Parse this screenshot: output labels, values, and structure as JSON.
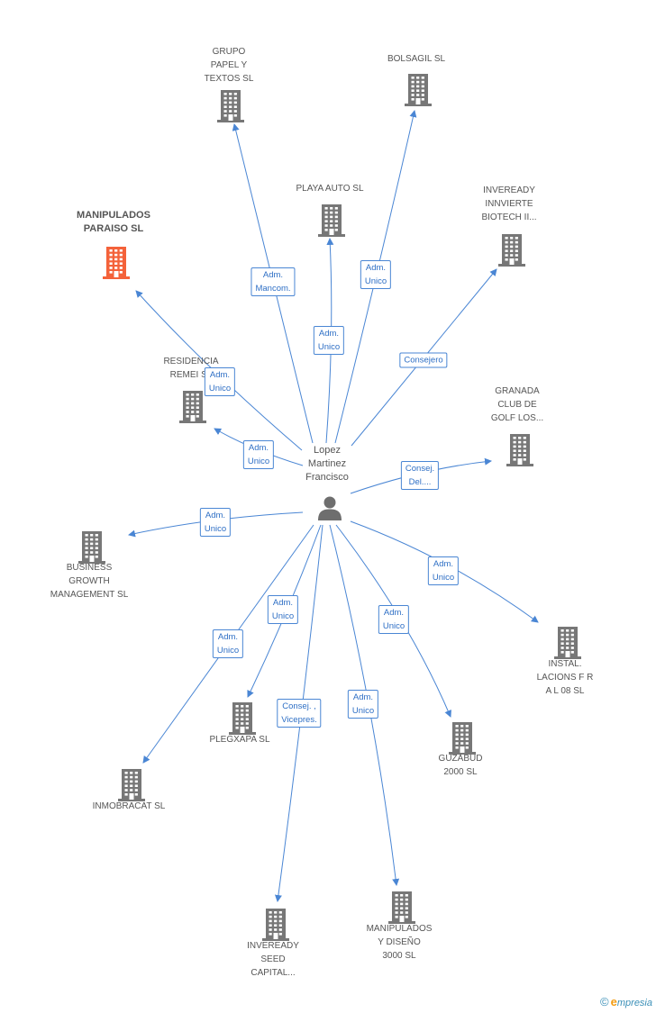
{
  "center": {
    "name": "Lopez\nMartinez\nFrancisco"
  },
  "colors": {
    "edge": "#4a86d4",
    "building": "#777777",
    "highlight": "#f4623a",
    "badge_text": "#2e6fc5"
  },
  "nodes": [
    {
      "id": "grupo-papel",
      "label": "GRUPO\nPAPEL Y\nTEXTOS  SL",
      "highlight": false
    },
    {
      "id": "bolsagil",
      "label": "BOLSAGIL SL",
      "highlight": false
    },
    {
      "id": "playa-auto",
      "label": "PLAYA AUTO SL",
      "highlight": false
    },
    {
      "id": "inveready-biotech",
      "label": "INVEREADY\nINNVIERTE\nBIOTECH II...",
      "highlight": false
    },
    {
      "id": "manipulados-paraiso",
      "label": "MANIPULADOS\nPARAISO SL",
      "highlight": true
    },
    {
      "id": "residencia-remei",
      "label": "RESIDENCIA\nREMEI SL",
      "highlight": false
    },
    {
      "id": "granada-golf",
      "label": "GRANADA\nCLUB DE\nGOLF LOS...",
      "highlight": false
    },
    {
      "id": "business-growth",
      "label": "BUSINESS\nGROWTH\nMANAGEMENT SL",
      "highlight": false
    },
    {
      "id": "instal-lacions",
      "label": "INSTAL.\nLACIONS F R\nA L 08 SL",
      "highlight": false
    },
    {
      "id": "plegxapa",
      "label": "PLEGXAPA SL",
      "highlight": false
    },
    {
      "id": "guzabud",
      "label": "GUZABUD\n2000 SL",
      "highlight": false
    },
    {
      "id": "inmobracat",
      "label": "INMOBRACAT SL",
      "highlight": false
    },
    {
      "id": "inveready-seed",
      "label": "INVEREADY\nSEED\nCAPITAL...",
      "highlight": false
    },
    {
      "id": "manipulados-diseno",
      "label": "MANIPULADOS\nY DISEÑO\n3000  SL",
      "highlight": false
    }
  ],
  "edges": [
    {
      "to": "grupo-papel",
      "role": "Adm.\nMancom."
    },
    {
      "to": "bolsagil",
      "role": "Adm.\nUnico"
    },
    {
      "to": "playa-auto",
      "role": "Adm.\nUnico"
    },
    {
      "to": "inveready-biotech",
      "role": "Consejero"
    },
    {
      "to": "manipulados-paraiso",
      "role": "Adm.\nUnico"
    },
    {
      "to": "residencia-remei",
      "role": "Adm.\nUnico"
    },
    {
      "to": "granada-golf",
      "role": "Consej.\nDel...."
    },
    {
      "to": "business-growth",
      "role": "Adm.\nUnico"
    },
    {
      "to": "instal-lacions",
      "role": "Adm.\nUnico"
    },
    {
      "to": "plegxapa",
      "role": "Adm.\nUnico"
    },
    {
      "to": "guzabud",
      "role": "Adm.\nUnico"
    },
    {
      "to": "inmobracat",
      "role": "Adm.\nUnico"
    },
    {
      "to": "inveready-seed",
      "role": "Consej. ,\nVicepres."
    },
    {
      "to": "manipulados-diseno",
      "role": "Adm.\nUnico"
    }
  ],
  "footer": {
    "copyright": "©",
    "brand_initial": "e",
    "brand_rest": "mpresia"
  }
}
